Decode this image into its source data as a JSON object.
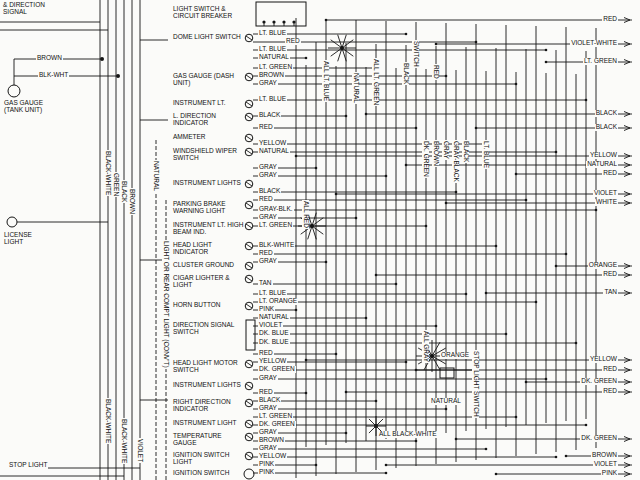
{
  "diagram": {
    "labels": [
      "& DIRECTION SIGNAL",
      "BROWN",
      "BLK-WHT",
      "GAS GAUGE (TANK UNIT)",
      "LICENSE LIGHT",
      "STOP LIGHT",
      "BLACK-WHITE",
      "GREEN",
      "BLACK",
      "BROWN",
      "NATURAL",
      "LIGHT OR REAR COMPT LIGHT (CONV'T)",
      "BLACK-WHITE",
      "BLACK-WHITE",
      "VIOLET",
      "LIGHT SWITCH & CIRCUIT BREAKER",
      "DOME LIGHT SWITCH",
      "GAS GAUGE (DASH UNIT)",
      "INSTRUMENT LT.",
      "L. DIRECTION INDICATOR",
      "AMMETER",
      "WINDSHIELD WIPER SWITCH",
      "INSTRUMENT LIGHTS",
      "PARKING BRAKE WARNING LIGHT",
      "INSTRUMENT LT. HIGH BEAM IND.",
      "HEAD LIGHT INDICATOR",
      "CLUSTER GROUND",
      "CIGAR LIGHTER & LIGHT",
      "HORN BUTTON",
      "DIRECTION SIGNAL SWITCH",
      "HEAD LIGHT MOTOR SWITCH",
      "INSTRUMENT LIGHTS",
      "RIGHT DIRECTION INDICATOR",
      "INSTRUMENT LIGHT",
      "TEMPERATURE GAUGE",
      "IGNITION SWITCH LIGHT",
      "IGNITION SWITCH",
      "LT. BLUE",
      "RED",
      "LT. BLUE",
      "NATURAL",
      "LT. GREEN",
      "BROWN",
      "GRAY",
      "LT. BLUE",
      "BLACK",
      "RED",
      "YELLOW",
      "NATURAL",
      "GRAY",
      "GRAY",
      "BLACK",
      "RED",
      "GRAY-BLK.",
      "GRAY",
      "LT. GREEN",
      "BLK-WHITE",
      "RED",
      "GRAY",
      "TAN",
      "LT. BLUE",
      "LT. ORANGE",
      "PINK",
      "NATURAL",
      "VIOLET",
      "DK. BLUE",
      "DK. BLUE",
      "RED",
      "YELLOW",
      "DK. GREEN",
      "GRAY",
      "RED",
      "BLACK",
      "GRAY",
      "LT. GREEN",
      "DK. GREEN",
      "GRAY",
      "BROWN",
      "GRAY",
      "YELLOW",
      "PINK",
      "PINK",
      "RED",
      "VIOLET-WHITE",
      "LT. GREEN",
      "BLACK",
      "BLACK",
      "YELLOW",
      "NATURAL",
      "RED",
      "VIOLET",
      "WHITE",
      "ORANGE",
      "RED",
      "TAN",
      "YELLOW",
      "RED",
      "DK. GREEN",
      "RED",
      "DK. GREEN",
      "BROWN",
      "VIOLET",
      "PINK",
      "ALL LT. BLUE",
      "NATURAL",
      "ALL LT. GREEN",
      "SWITCH",
      "BLACK",
      "RED",
      "DK. GREEN",
      "BROWN",
      "GRAY",
      "GRAY-BLACK",
      "BLACK",
      "LT. BLUE",
      "ALL RED",
      "ALL GRAY",
      "ORANGE",
      "STOP LIGHT SWITCH",
      "NATURAL",
      "ALL BLACK-WHITE"
    ]
  }
}
